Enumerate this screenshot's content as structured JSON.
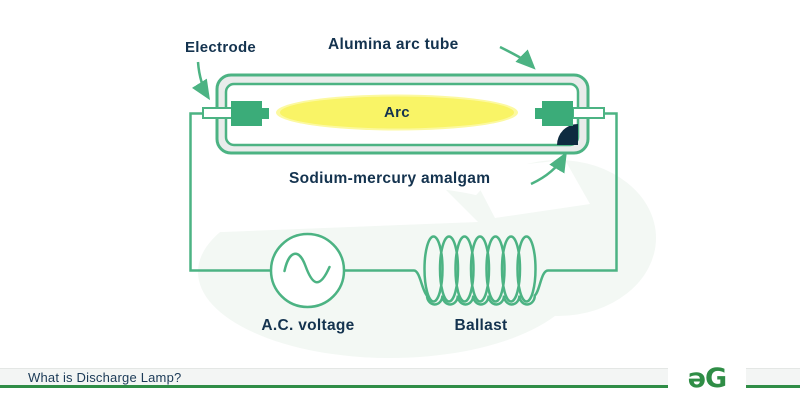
{
  "diagram": {
    "labels": {
      "electrode": "Electrode",
      "alumina_arc_tube": "Alumina arc tube",
      "arc": "Arc",
      "sodium_mercury_amalgam": "Sodium-mercury amalgam",
      "ac_voltage": "A.C. voltage",
      "ballast": "Ballast"
    },
    "colors": {
      "line_green": "#4CB383",
      "electrode_green": "#3BAC79",
      "arc_yellow": "#F9F466",
      "amalgam_navy": "#0E2B40",
      "label_navy": "#14334F",
      "tube_fill_gray": "#E9ECEB",
      "background_tint": "#F3F8F4"
    }
  },
  "footer": {
    "title": "What is Discharge Lamp?",
    "brand_green": "#2F8D46",
    "logo_glyph": "ǝG"
  }
}
